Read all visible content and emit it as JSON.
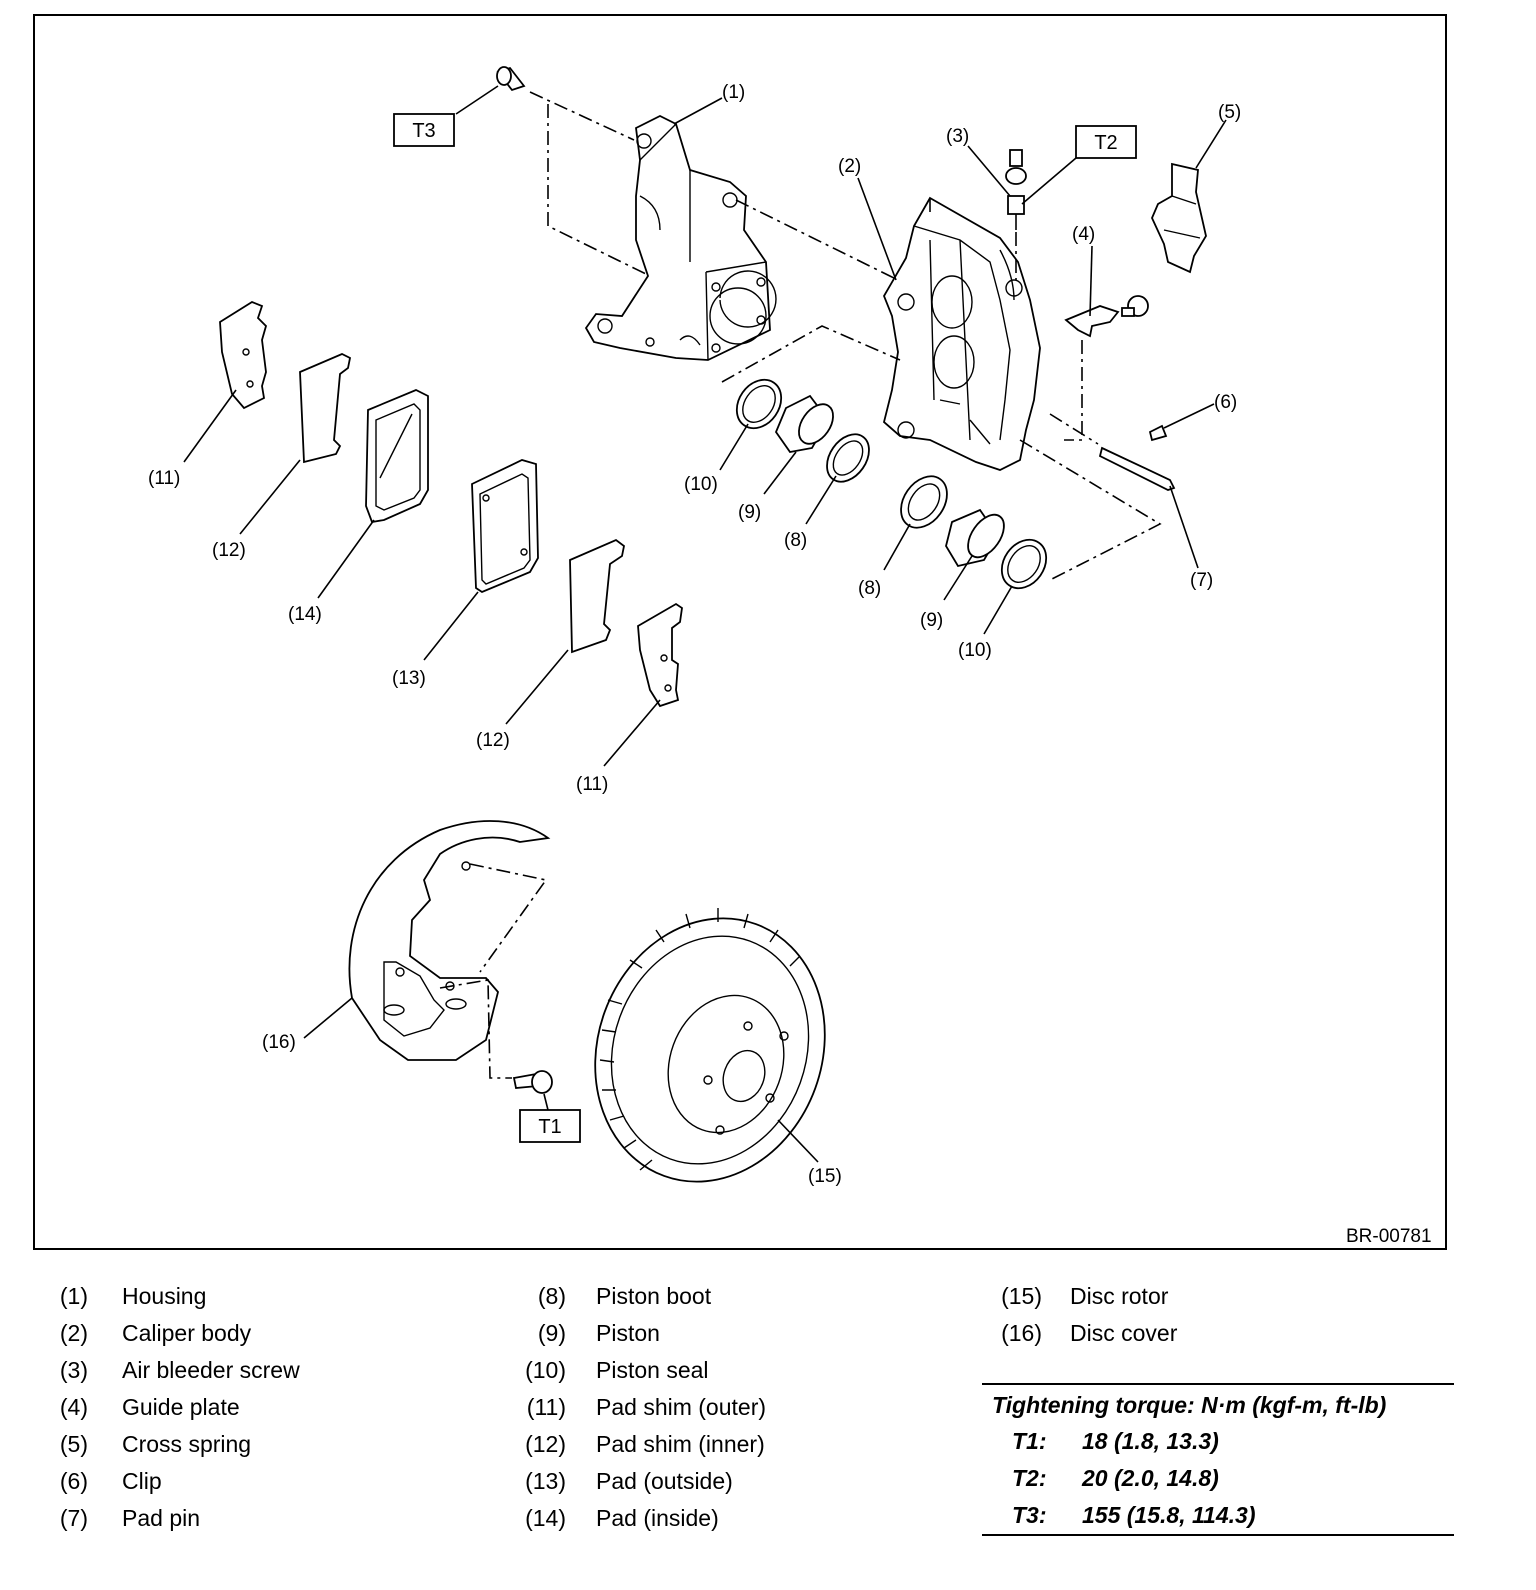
{
  "figure_code": "BR-00781",
  "torque_boxes": {
    "t1": "T1",
    "t2": "T2",
    "t3": "T3"
  },
  "callouts": {
    "c1": "(1)",
    "c2": "(2)",
    "c3": "(3)",
    "c4": "(4)",
    "c5": "(5)",
    "c6": "(6)",
    "c7": "(7)",
    "c8a": "(8)",
    "c8b": "(8)",
    "c9a": "(9)",
    "c9b": "(9)",
    "c10a": "(10)",
    "c10b": "(10)",
    "c11a": "(11)",
    "c11b": "(11)",
    "c12a": "(12)",
    "c12b": "(12)",
    "c13": "(13)",
    "c14": "(14)",
    "c15": "(15)",
    "c16": "(16)"
  },
  "legend": {
    "col1": [
      {
        "num": "(1)",
        "label": "Housing"
      },
      {
        "num": "(2)",
        "label": "Caliper body"
      },
      {
        "num": "(3)",
        "label": "Air bleeder screw"
      },
      {
        "num": "(4)",
        "label": "Guide plate"
      },
      {
        "num": "(5)",
        "label": "Cross spring"
      },
      {
        "num": "(6)",
        "label": "Clip"
      },
      {
        "num": "(7)",
        "label": "Pad pin"
      }
    ],
    "col2": [
      {
        "num": "(8)",
        "label": "Piston boot"
      },
      {
        "num": "(9)",
        "label": "Piston"
      },
      {
        "num": "(10)",
        "label": "Piston seal"
      },
      {
        "num": "(11)",
        "label": "Pad shim (outer)"
      },
      {
        "num": "(12)",
        "label": "Pad shim (inner)"
      },
      {
        "num": "(13)",
        "label": "Pad (outside)"
      },
      {
        "num": "(14)",
        "label": "Pad (inside)"
      }
    ],
    "col3": [
      {
        "num": "(15)",
        "label": "Disc rotor"
      },
      {
        "num": "(16)",
        "label": "Disc cover"
      }
    ]
  },
  "torque": {
    "title": "Tightening torque: N·m (kgf-m, ft-lb)",
    "rows": [
      {
        "key": "T1:",
        "value": "18 (1.8, 13.3)"
      },
      {
        "key": "T2:",
        "value": "20 (2.0, 14.8)"
      },
      {
        "key": "T3:",
        "value": "155 (15.8, 114.3)"
      }
    ]
  }
}
